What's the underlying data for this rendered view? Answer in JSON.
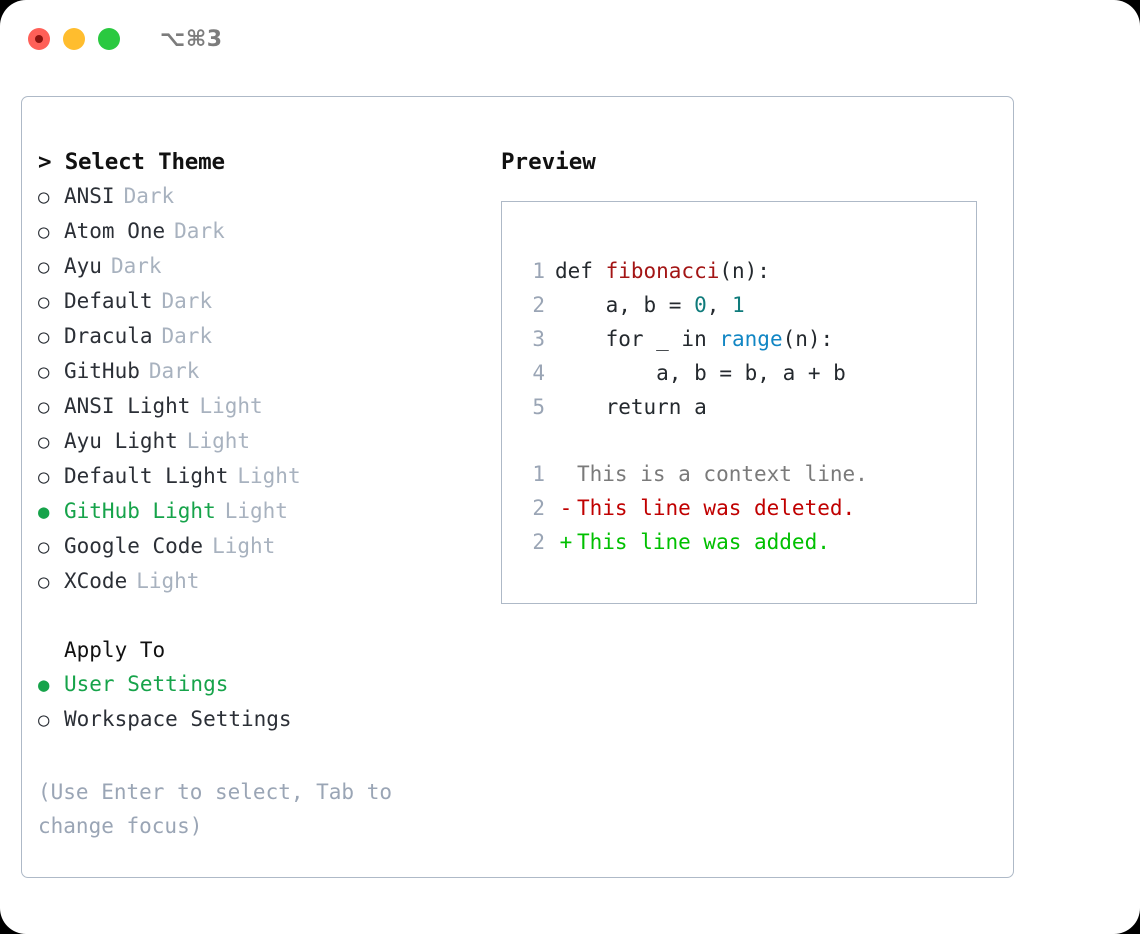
{
  "window": {
    "shortcut": "⌥⌘3",
    "traffic_lights": [
      {
        "name": "close",
        "color": "#ff6058"
      },
      {
        "name": "minimize",
        "color": "#ffbd2e"
      },
      {
        "name": "maximize",
        "color": "#2ac940"
      }
    ]
  },
  "colors": {
    "selected_green": "#16a34a",
    "muted_gray": "#a8b2bf",
    "hint_gray": "#9aa5b5",
    "border": "#aeb9c7",
    "diff_add": "#00c000",
    "diff_del": "#c00000",
    "code_func": "#a31515",
    "code_num": "#0f7b7b",
    "code_call": "#1186c4"
  },
  "theme_panel": {
    "heading": "> Select Theme",
    "caret": ">",
    "bullet_unselected": "○",
    "bullet_selected": "●",
    "items": [
      {
        "name": "ANSI",
        "tag": "Dark",
        "selected": false
      },
      {
        "name": "Atom One",
        "tag": "Dark",
        "selected": false
      },
      {
        "name": "Ayu",
        "tag": "Dark",
        "selected": false
      },
      {
        "name": "Default",
        "tag": "Dark",
        "selected": false
      },
      {
        "name": "Dracula",
        "tag": "Dark",
        "selected": false
      },
      {
        "name": "GitHub",
        "tag": "Dark",
        "selected": false
      },
      {
        "name": "ANSI Light",
        "tag": "Light",
        "selected": false
      },
      {
        "name": "Ayu Light",
        "tag": "Light",
        "selected": false
      },
      {
        "name": "Default Light",
        "tag": "Light",
        "selected": false
      },
      {
        "name": "GitHub Light",
        "tag": "Light",
        "selected": true
      },
      {
        "name": "Google Code",
        "tag": "Light",
        "selected": false
      },
      {
        "name": "XCode",
        "tag": "Light",
        "selected": false
      }
    ]
  },
  "apply_to": {
    "heading": "Apply To",
    "options": [
      {
        "label": "User Settings",
        "selected": true
      },
      {
        "label": "Workspace Settings",
        "selected": false
      }
    ]
  },
  "hint": "(Use Enter to select, Tab to change focus)",
  "preview": {
    "heading": "Preview",
    "code_lines": [
      {
        "ln": "1",
        "tokens": [
          {
            "t": "def ",
            "c": "plain"
          },
          {
            "t": "fibonacci",
            "c": "func"
          },
          {
            "t": "(n):",
            "c": "plain"
          }
        ]
      },
      {
        "ln": "2",
        "tokens": [
          {
            "t": "    a, b = ",
            "c": "plain"
          },
          {
            "t": "0",
            "c": "num"
          },
          {
            "t": ", ",
            "c": "plain"
          },
          {
            "t": "1",
            "c": "num"
          }
        ]
      },
      {
        "ln": "3",
        "tokens": [
          {
            "t": "    for _ in ",
            "c": "plain"
          },
          {
            "t": "range",
            "c": "call"
          },
          {
            "t": "(n):",
            "c": "plain"
          }
        ]
      },
      {
        "ln": "4",
        "tokens": [
          {
            "t": "        a, b = b, a + b",
            "c": "plain"
          }
        ]
      },
      {
        "ln": "5",
        "tokens": [
          {
            "t": "    return a",
            "c": "plain"
          }
        ]
      }
    ],
    "diff_lines": [
      {
        "ln": "1",
        "marker": " ",
        "text": "This is a context line.",
        "kind": "ctx"
      },
      {
        "ln": "2",
        "marker": "-",
        "text": "This line was deleted.",
        "kind": "del"
      },
      {
        "ln": "2",
        "marker": "+",
        "text": "This line was added.",
        "kind": "add"
      }
    ]
  }
}
